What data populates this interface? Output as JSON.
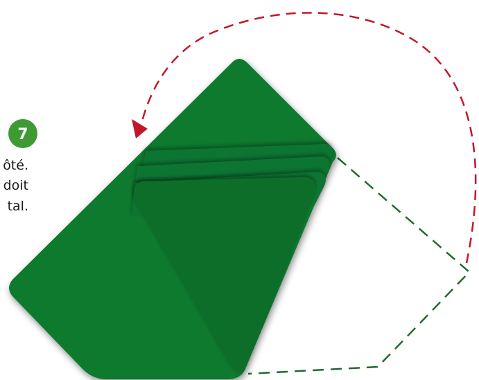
{
  "step": {
    "number": "7",
    "badge_color": "#3f9a34"
  },
  "caption_lines": [
    "ôté.",
    "doit",
    "tal."
  ],
  "colors": {
    "napkin_main": "#0f7a2e",
    "napkin_fold": "#0b6e2a",
    "napkin_panel": "#0d7530",
    "arrow_red": "#c2172b",
    "guide_green": "#1f6a2e"
  },
  "icons": {
    "rotation_arrow": "curved-arrow-counterclockwise-icon"
  }
}
